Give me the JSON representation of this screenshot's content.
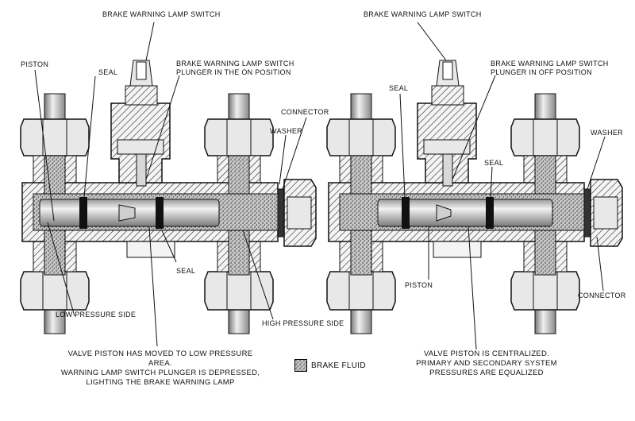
{
  "left_view": {
    "labels": {
      "brake_warning_lamp_switch": "BRAKE WARNING LAMP SWITCH",
      "plunger_position": "BRAKE WARNING LAMP SWITCH\nPLUNGER IN THE ON POSITION",
      "piston": "PISTON",
      "seal_top": "SEAL",
      "connector": "CONNECTOR",
      "washer": "WASHER",
      "seal_bottom": "SEAL",
      "low_pressure_side": "LOW PRESSURE SIDE",
      "high_pressure_side": "HIGH PRESSURE SIDE"
    },
    "caption": "VALVE PISTON HAS MOVED TO LOW PRESSURE AREA.\nWARNING LAMP SWITCH PLUNGER IS DEPRESSED,\nLIGHTING THE BRAKE WARNING LAMP"
  },
  "right_view": {
    "labels": {
      "brake_warning_lamp_switch": "BRAKE WARNING LAMP SWITCH",
      "plunger_position": "BRAKE WARNING LAMP SWITCH\nPLUNGER IN OFF POSITION",
      "seal_top": "SEAL",
      "seal_mid": "SEAL",
      "washer": "WASHER",
      "piston": "PISTON",
      "connector": "CONNECTOR"
    },
    "caption": "VALVE PISTON IS CENTRALIZED.\nPRIMARY AND SECONDARY SYSTEM\nPRESSURES ARE EQUALIZED"
  },
  "legend": {
    "label": "BRAKE FLUID",
    "swatch_name": "brake-fluid-stipple"
  },
  "colors": {
    "ink": "#111111",
    "body_fill": "#f4f4f4",
    "fluid_fill": "#bdbdbd",
    "metal_fill": "#e6e6e6"
  }
}
